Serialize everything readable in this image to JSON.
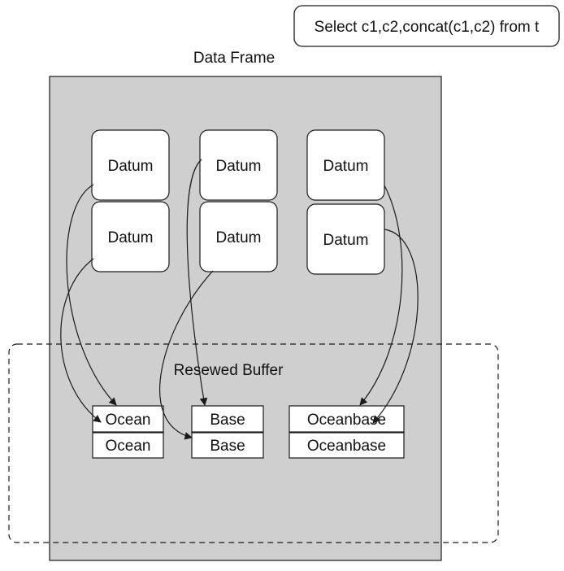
{
  "query": {
    "text": "Select c1,c2,concat(c1,c2) from t"
  },
  "data_frame": {
    "title": "Data Frame"
  },
  "datums": [
    {
      "label": "Datum"
    },
    {
      "label": "Datum"
    },
    {
      "label": "Datum"
    },
    {
      "label": "Datum"
    },
    {
      "label": "Datum"
    },
    {
      "label": "Datum"
    }
  ],
  "buffer": {
    "title": "Resewed Buffer"
  },
  "cells": [
    {
      "label": "Ocean"
    },
    {
      "label": "Ocean"
    },
    {
      "label": "Base"
    },
    {
      "label": "Base"
    },
    {
      "label": "Oceanbase"
    },
    {
      "label": "Oceanbase"
    }
  ],
  "colors": {
    "frame_fill": "#cfcfcf",
    "box_fill": "#ffffff",
    "stroke": "#1a1a1a"
  }
}
